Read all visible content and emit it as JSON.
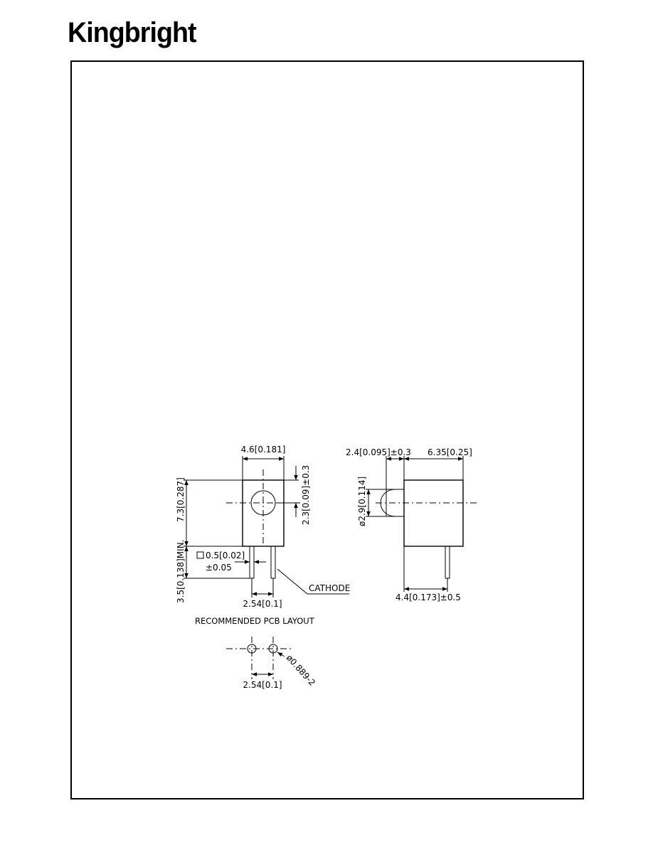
{
  "logo": {
    "text": "Kingbright"
  },
  "front_view": {
    "width_dim": "4.6[0.181]",
    "height_dim": "7.3[0.287]",
    "lens_offset_dim": "2.3[0.09]±0.3",
    "lead_square_dim": "0.5[0.02]",
    "lead_tol": "±0.05",
    "lead_length_dim": "3.5[0.138]MIN.",
    "pitch_dim": "2.54[0.1]",
    "cathode_label": "CATHODE"
  },
  "side_view": {
    "lens_protrusion_dim": "2.4[0.095]±0.3",
    "body_depth_dim": "6.35[0.25]",
    "lens_dia_dim": "ø2.9[0.114]",
    "lead_offset_dim": "4.4[0.173]±0.5"
  },
  "pcb_layout": {
    "title": "RECOMMENDED  PCB  LAYOUT",
    "hole_dim": "ø0.889-2",
    "pitch_dim": "2.54[0.1]"
  }
}
